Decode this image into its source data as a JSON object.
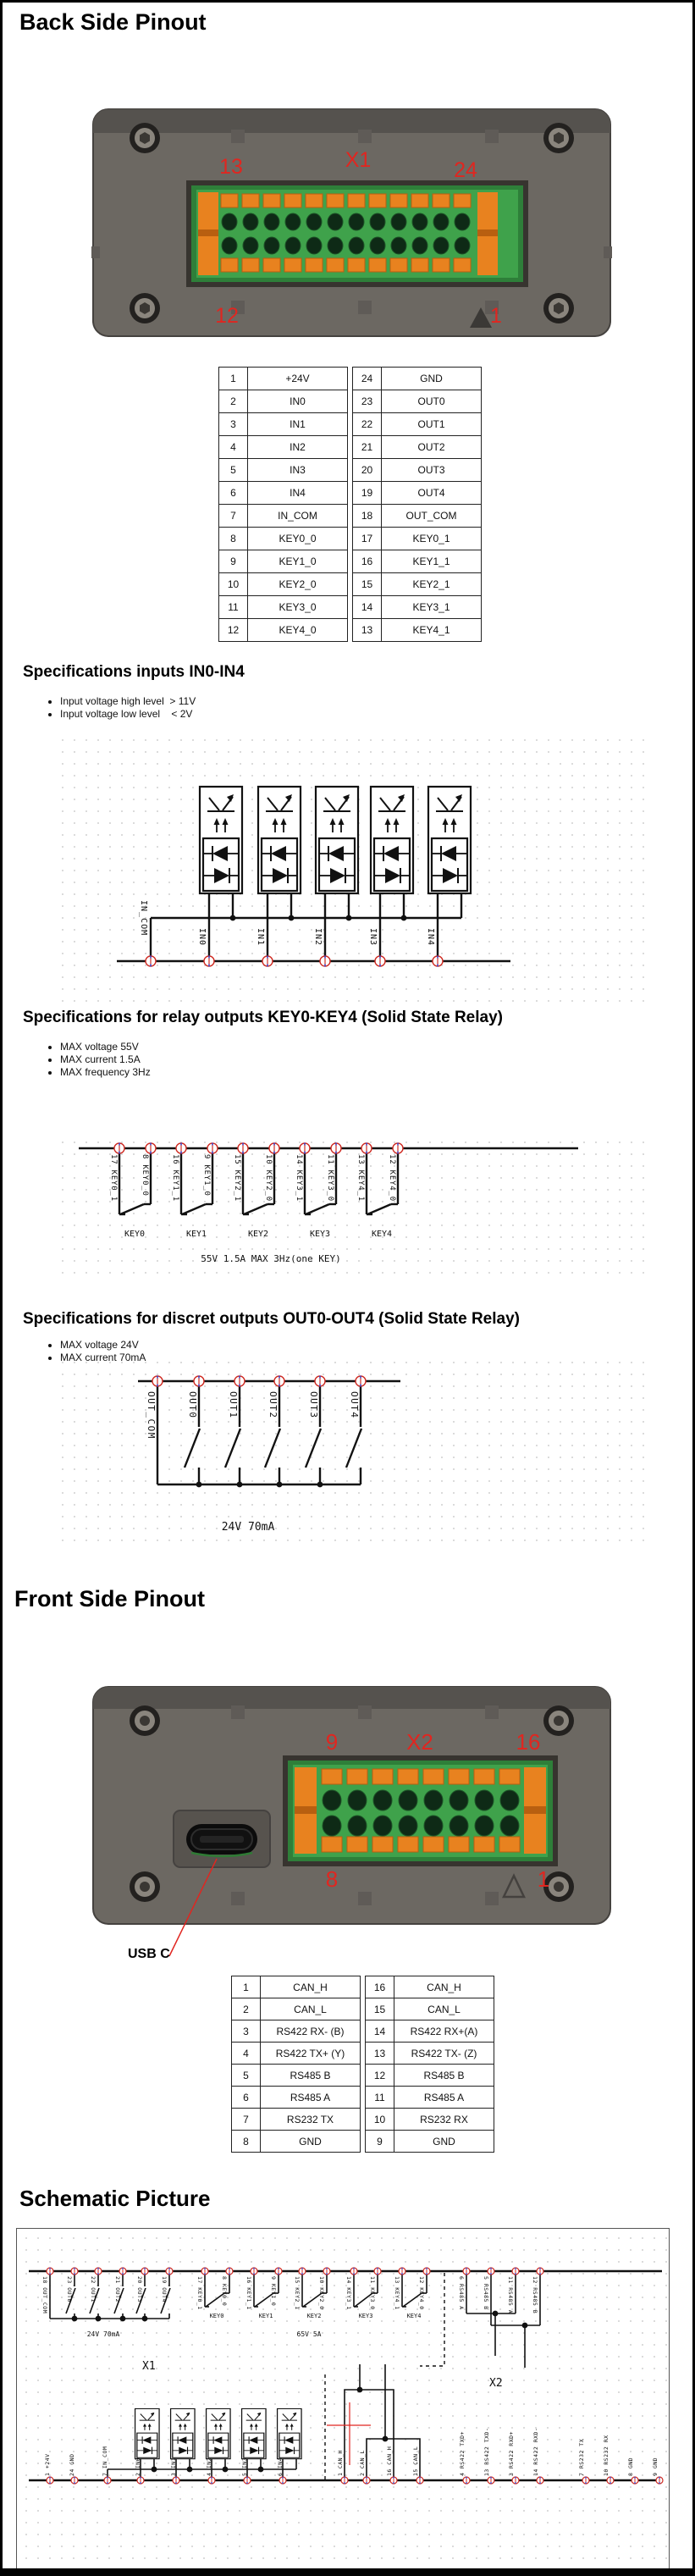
{
  "colors": {
    "label_red": "#e02620",
    "body_gray": "#6c6862",
    "body_gray_dark": "#55524e",
    "connector_green": "#3fa24b",
    "connector_green_dark": "#2e7f39",
    "clamp_orange": "#e8821f",
    "clamp_orange_dark": "#b85f10",
    "hole_dark": "#0e2a16",
    "terminal_red": "#cf2a21",
    "terminal_blue": "#2b3fd4"
  },
  "sections": {
    "back": {
      "heading": "Back Side Pinout"
    },
    "inputs": {
      "heading": "Specifications inputs IN0-IN4",
      "bullets": [
        "Input voltage high level  > 11V",
        "Input voltage low level    < 2V"
      ],
      "labels": [
        "IN_COM",
        "IN0",
        "IN1",
        "IN2",
        "IN3",
        "IN4"
      ]
    },
    "relay": {
      "heading": "Specifications for relay outputs KEY0-KEY4 (Solid State Relay)",
      "bullets": [
        "MAX voltage 55V",
        "MAX current 1.5A",
        "MAX frequency 3Hz"
      ],
      "pin_labels": [
        "17 KEY0_1",
        "8 KEY0_0",
        "16 KEY1_1",
        "9 KEY1_0",
        "15 KEY2_1",
        "10 KEY2_0",
        "14 KEY3_1",
        "11 KEY3_0",
        "13 KEY4_1",
        "12 KEY4_0"
      ],
      "key_labels": [
        "KEY0",
        "KEY1",
        "KEY2",
        "KEY3",
        "KEY4"
      ],
      "caption": "55V 1.5A  MAX 3Hz(one KEY)"
    },
    "discrete": {
      "heading": "Specifications for discret outputs OUT0-OUT4 (Solid State Relay)",
      "bullets": [
        "MAX voltage 24V",
        "MAX current 70mA"
      ],
      "labels": [
        "OUT_COM",
        "OUT0",
        "OUT1",
        "OUT2",
        "OUT3",
        "OUT4"
      ],
      "caption": "24V 70mA"
    },
    "front": {
      "heading": "Front Side Pinout",
      "usb_label": "USB C"
    },
    "schematic": {
      "heading": "Schematic Picture",
      "x1": "X1",
      "x2": "X2",
      "out_caption": "24V 70mA",
      "key_caption": "65V 5A",
      "top_labels": [
        "18 OUT_COM",
        "23 OUT0",
        "22 OUT1",
        "21 OUT2",
        "20 OUT3",
        "19 OUT4",
        "17 KEY0_1",
        "8 KEY0_0",
        "16 KEY1_1",
        "9 KEY1_0",
        "15 KEY2_1",
        "10 KEY2_0",
        "14 KEY3_1",
        "11 KEY3_0",
        "13 KEY4_1",
        "12 KEY4_0",
        "6 RS485 A",
        "5 RS485 B",
        "11 RS485 A",
        "12 RS485 B"
      ],
      "key_labels": [
        "KEY0",
        "KEY1",
        "KEY2",
        "KEY3",
        "KEY4"
      ],
      "bottom_labels": [
        "1 +24V",
        "24 GND",
        "7 IN_COM",
        "2 IN0",
        "3 IN1",
        "4 IN2",
        "5 IN3",
        "6 IN4",
        "1 CAN_H",
        "2 CAN_L",
        "16 CAN_H",
        "15 CAN_L",
        "4 RS422 TXD+",
        "13 RS422 TXD-",
        "3 RS422 RXD+",
        "14 RS422 RXD-",
        "7 RS232 TX",
        "10 RS232 RX",
        "8 GND",
        "9 GND"
      ]
    }
  },
  "back_device": {
    "connector": "X1",
    "pin_tl": "13",
    "pin_tr": "24",
    "pin_bl": "12",
    "pin_br": "1"
  },
  "front_device": {
    "connector": "X2",
    "pin_tl": "9",
    "pin_tr": "16",
    "pin_bl": "8",
    "pin_br": "1"
  },
  "back_table": {
    "rows": [
      {
        "lp": "1",
        "ln": "+24V",
        "rp": "24",
        "rn": "GND"
      },
      {
        "lp": "2",
        "ln": "IN0",
        "rp": "23",
        "rn": "OUT0"
      },
      {
        "lp": "3",
        "ln": "IN1",
        "rp": "22",
        "rn": "OUT1"
      },
      {
        "lp": "4",
        "ln": "IN2",
        "rp": "21",
        "rn": "OUT2"
      },
      {
        "lp": "5",
        "ln": "IN3",
        "rp": "20",
        "rn": "OUT3"
      },
      {
        "lp": "6",
        "ln": "IN4",
        "rp": "19",
        "rn": "OUT4"
      },
      {
        "lp": "7",
        "ln": "IN_COM",
        "rp": "18",
        "rn": "OUT_COM"
      },
      {
        "lp": "8",
        "ln": "KEY0_0",
        "rp": "17",
        "rn": "KEY0_1"
      },
      {
        "lp": "9",
        "ln": "KEY1_0",
        "rp": "16",
        "rn": "KEY1_1"
      },
      {
        "lp": "10",
        "ln": "KEY2_0",
        "rp": "15",
        "rn": "KEY2_1"
      },
      {
        "lp": "11",
        "ln": "KEY3_0",
        "rp": "14",
        "rn": "KEY3_1"
      },
      {
        "lp": "12",
        "ln": "KEY4_0",
        "rp": "13",
        "rn": "KEY4_1"
      }
    ]
  },
  "front_table": {
    "rows": [
      {
        "lp": "1",
        "ln": "CAN_H",
        "rp": "16",
        "rn": "CAN_H"
      },
      {
        "lp": "2",
        "ln": "CAN_L",
        "rp": "15",
        "rn": "CAN_L"
      },
      {
        "lp": "3",
        "ln": "RS422 RX- (B)",
        "rp": "14",
        "rn": "RS422 RX+(A)"
      },
      {
        "lp": "4",
        "ln": "RS422 TX+ (Y)",
        "rp": "13",
        "rn": "RS422 TX- (Z)"
      },
      {
        "lp": "5",
        "ln": "RS485 B",
        "rp": "12",
        "rn": "RS485 B"
      },
      {
        "lp": "6",
        "ln": "RS485 A",
        "rp": "11",
        "rn": "RS485 A"
      },
      {
        "lp": "7",
        "ln": "RS232 TX",
        "rp": "10",
        "rn": "RS232 RX"
      },
      {
        "lp": "8",
        "ln": "GND",
        "rp": "9",
        "rn": "GND"
      }
    ]
  }
}
